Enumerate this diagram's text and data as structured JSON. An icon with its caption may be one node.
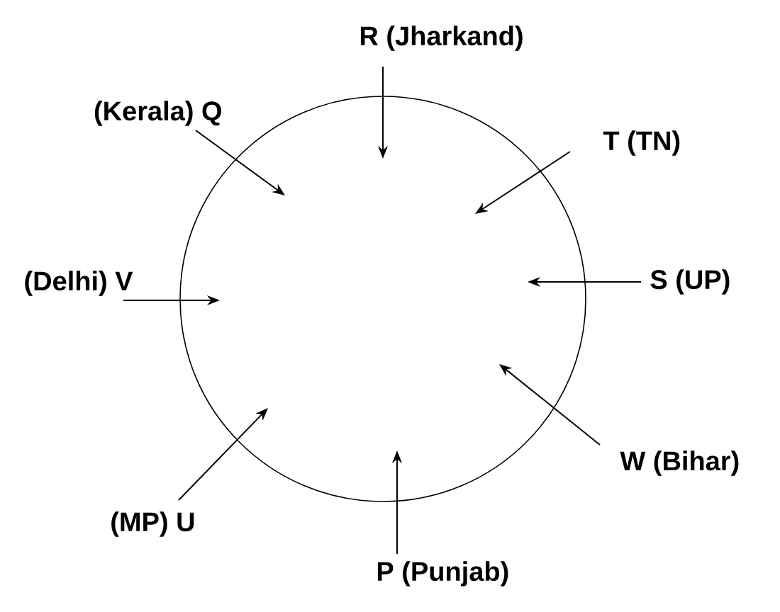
{
  "diagram": {
    "nodes": [
      {
        "text": [],
        "shape": "circle"
      },
      {
        "text": [
          "R (Jharkand)"
        ]
      },
      {
        "text": [
          "(Kerala) Q"
        ]
      },
      {
        "text": [
          "T (TN)"
        ]
      },
      {
        "text": [
          "(Delhi) V"
        ]
      },
      {
        "text": [
          "S (UP)"
        ]
      },
      {
        "text": [
          "W (Bihar)"
        ]
      },
      {
        "text": [
          "(MP) U"
        ]
      },
      {
        "text": [
          "P (Punjab)"
        ]
      }
    ],
    "edges": [
      {
        "from": 1,
        "to": 0,
        "arrow": "to"
      },
      {
        "from": 2,
        "to": 0,
        "arrow": "to"
      },
      {
        "from": 3,
        "to": 0,
        "arrow": "to"
      },
      {
        "from": 4,
        "to": 0,
        "arrow": "to"
      },
      {
        "from": 5,
        "to": 0,
        "arrow": "to"
      },
      {
        "from": 6,
        "to": 0,
        "arrow": "to"
      },
      {
        "from": 7,
        "to": 0,
        "arrow": "to"
      },
      {
        "from": 8,
        "to": 0,
        "arrow": "to"
      }
    ]
  }
}
